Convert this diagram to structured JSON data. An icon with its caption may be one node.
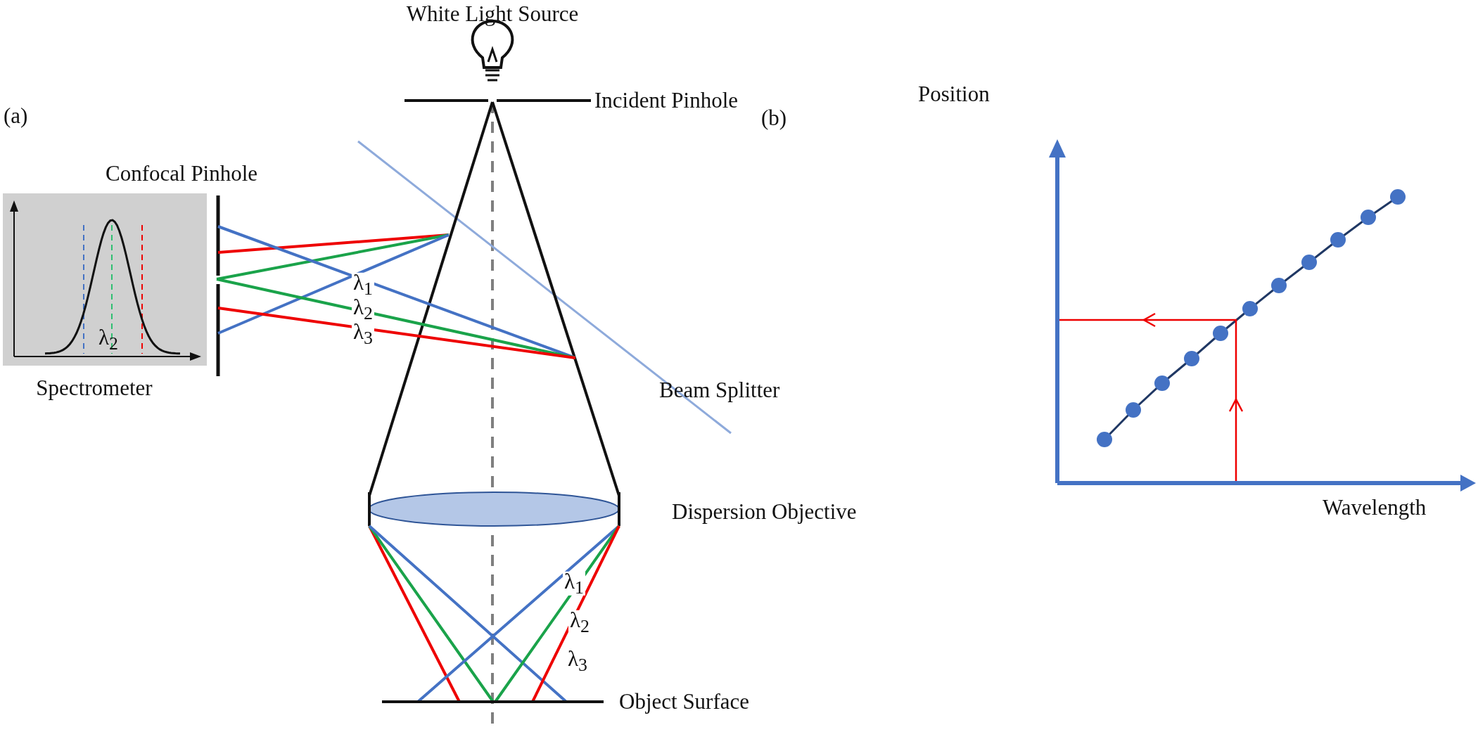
{
  "diagram": {
    "nodes": [
      {
        "text": [
          "λ$_{2}$"
        ],
        "beside": [
          "Spectrometer"
        ]
      }
    ],
    "edges": [],
    "labels": [
      "White Light Source",
      "Incident Pinhole",
      "(a)",
      "(b)",
      "Confocal Pinhole",
      "Position",
      "λ$_{1}$",
      "λ$_{2}$",
      "λ$_{3}$",
      "Beam Splitter",
      "Dispersion Objective",
      "Wavelength",
      "λ$_{1}$",
      "λ$_{2}$",
      "λ$_{3}$",
      "Object Surface"
    ]
  }
}
